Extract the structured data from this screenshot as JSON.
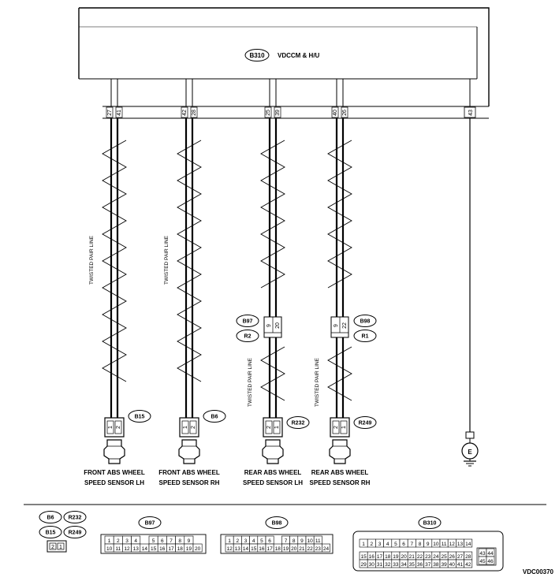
{
  "unit": {
    "ref": "B310",
    "name": "VDCCM & H/U"
  },
  "ground": {
    "label": "E",
    "pin": "43"
  },
  "branches": [
    {
      "id": "front-lh",
      "pins": [
        "27",
        "41"
      ],
      "twisted_label": "TWISTED PAIR LINE",
      "connector": "B15",
      "connector_pins": [
        "1",
        "2"
      ],
      "sensor_line1": "FRONT ABS WHEEL",
      "sensor_line2": "SPEED SENSOR  LH"
    },
    {
      "id": "front-rh",
      "pins": [
        "42",
        "28"
      ],
      "twisted_label": "TWISTED PAIR LINE",
      "connector": "B6",
      "connector_pins": [
        "1",
        "2"
      ],
      "sensor_line1": "FRONT ABS WHEEL",
      "sensor_line2": "SPEED SENSOR  RH"
    },
    {
      "id": "rear-lh",
      "pins": [
        "25",
        "39"
      ],
      "twisted_label": "TWISTED PAIR LINE",
      "mid_refs": [
        "B97",
        "R2"
      ],
      "mid_pins": [
        "9",
        "20"
      ],
      "connector": "R232",
      "connector_pins": [
        "2",
        "1"
      ],
      "sensor_line1": "REAR ABS WHEEL",
      "sensor_line2": "SPEED SENSOR  LH"
    },
    {
      "id": "rear-rh",
      "pins": [
        "40",
        "26"
      ],
      "twisted_label": "TWISTED PAIR LINE",
      "mid_refs": [
        "B98",
        "R1"
      ],
      "mid_pins": [
        "9",
        "22"
      ],
      "connector": "R249",
      "connector_pins": [
        "2",
        "1"
      ],
      "sensor_line1": "REAR ABS WHEEL",
      "sensor_line2": "SPEED SENSOR  RH"
    }
  ],
  "legend": {
    "small": {
      "refs": [
        "B6",
        "R232",
        "B15",
        "R249"
      ],
      "pins": [
        "2",
        "1"
      ]
    },
    "b97": {
      "ref": "B97",
      "row1": [
        "1",
        "2",
        "3",
        "4",
        "",
        "5",
        "6",
        "7",
        "8",
        "9"
      ],
      "row2": [
        "10",
        "11",
        "12",
        "13",
        "14",
        "15",
        "16",
        "17",
        "18",
        "19",
        "20"
      ]
    },
    "b98": {
      "ref": "B98",
      "row1": [
        "1",
        "2",
        "3",
        "4",
        "5",
        "6",
        "",
        "7",
        "8",
        "9",
        "10",
        "11"
      ],
      "row2": [
        "12",
        "13",
        "14",
        "15",
        "16",
        "17",
        "18",
        "19",
        "20",
        "21",
        "22",
        "23",
        "24"
      ]
    },
    "b310": {
      "ref": "B310",
      "row1": [
        "1",
        "2",
        "3",
        "4",
        "5",
        "6",
        "7",
        "8",
        "9",
        "10",
        "11",
        "12",
        "13",
        "14"
      ],
      "row2": [
        "15",
        "16",
        "17",
        "18",
        "19",
        "20",
        "21",
        "22",
        "23",
        "24",
        "25",
        "26",
        "27",
        "28"
      ],
      "row3": [
        "29",
        "30",
        "31",
        "32",
        "33",
        "34",
        "35",
        "36",
        "37",
        "38",
        "39",
        "40",
        "41",
        "42"
      ],
      "side": [
        "43",
        "44",
        "45",
        "46"
      ]
    }
  },
  "code": "VDC00370"
}
